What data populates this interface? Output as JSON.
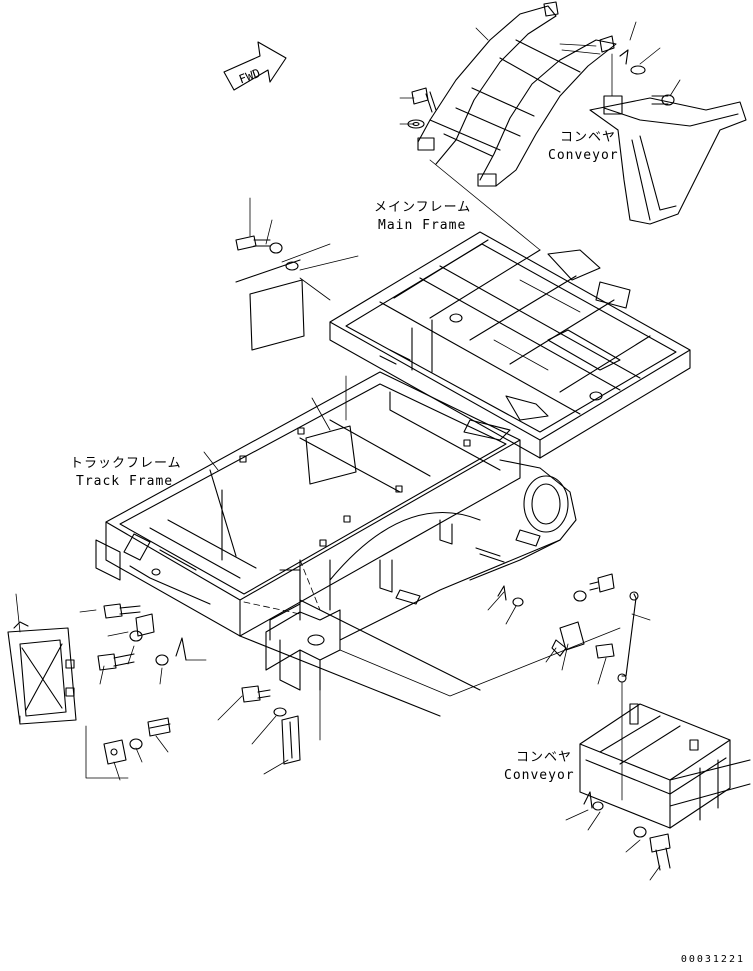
{
  "drawing": {
    "fwd_label": "FWD",
    "labels": {
      "conveyor_top_jp": "コンベヤ",
      "conveyor_top_en": "Conveyor",
      "main_frame_jp": "メインフレーム",
      "main_frame_en": "Main Frame",
      "track_frame_jp": "トラックフレーム",
      "track_frame_en": "Track Frame",
      "conveyor_bottom_jp": "コンベヤ",
      "conveyor_bottom_en": "Conveyor"
    },
    "drawing_number": "00031221"
  }
}
